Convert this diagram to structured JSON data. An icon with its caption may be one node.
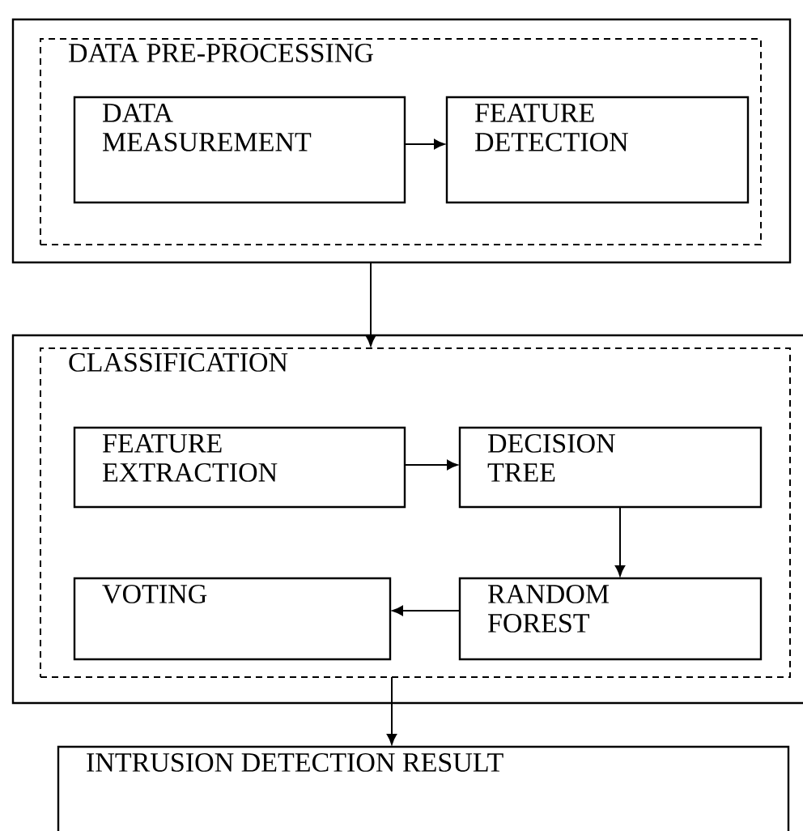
{
  "diagram": {
    "nodes": [
      {
        "text": [],
        "shape": "box"
      },
      {
        "text": [
          "DATA PRE-PROCESSING"
        ],
        "in": 0
      },
      {
        "text": [
          "DATA MEASUREMENT"
        ],
        "in": 1
      },
      {
        "text": [
          "FEATURE DETECTION"
        ],
        "in": 1
      },
      {
        "text": [],
        "shape": "box"
      },
      {
        "text": [
          "CLASSIFICATION"
        ],
        "in": 4
      },
      {
        "text": [
          "FEATURE EXTRACTION"
        ],
        "in": 5
      },
      {
        "text": [
          "DECISION TREE"
        ],
        "in": 5
      },
      {
        "text": [
          "RANDOM FOREST"
        ],
        "in": 5
      },
      {
        "text": [
          "VOTING"
        ],
        "in": 5
      },
      {
        "text": [
          "INTRUSION DETECTION RESULT"
        ]
      }
    ],
    "edges": [
      {
        "from": 2,
        "to": 3,
        "arrow": "to"
      },
      {
        "from": 0,
        "to": 5,
        "arrow": "to"
      },
      {
        "from": 6,
        "to": 7,
        "arrow": "to"
      },
      {
        "from": 7,
        "to": 8,
        "arrow": "to"
      },
      {
        "from": 8,
        "to": 9,
        "arrow": "to"
      },
      {
        "from": 5,
        "to": 10,
        "arrow": "to"
      }
    ]
  }
}
